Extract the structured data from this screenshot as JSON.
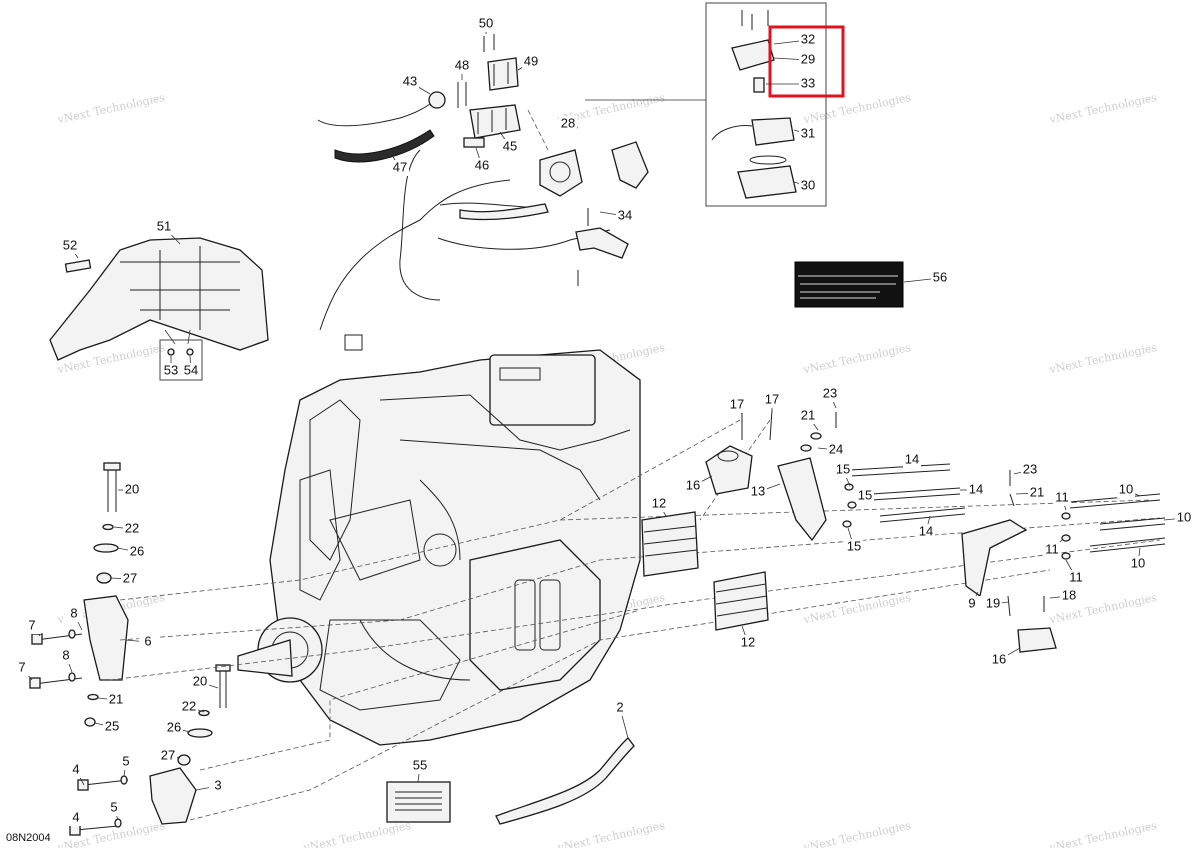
{
  "diagram": {
    "document_code": "08N2004",
    "watermark": "vNext Technologies",
    "highlight_color": "#e0121b",
    "callouts": [
      "2",
      "3",
      "4",
      "4",
      "5",
      "5",
      "6",
      "7",
      "7",
      "8",
      "8",
      "9",
      "10",
      "10",
      "10",
      "11",
      "11",
      "11",
      "12",
      "12",
      "13",
      "14",
      "14",
      "14",
      "15",
      "15",
      "15",
      "16",
      "16",
      "17",
      "17",
      "18",
      "19",
      "20",
      "20",
      "21",
      "21",
      "21",
      "22",
      "22",
      "23",
      "23",
      "24",
      "25",
      "26",
      "26",
      "27",
      "27",
      "28",
      "29",
      "30",
      "31",
      "32",
      "33",
      "34",
      "43",
      "45",
      "46",
      "47",
      "48",
      "49",
      "50",
      "51",
      "52",
      "53",
      "54",
      "55",
      "56"
    ]
  }
}
